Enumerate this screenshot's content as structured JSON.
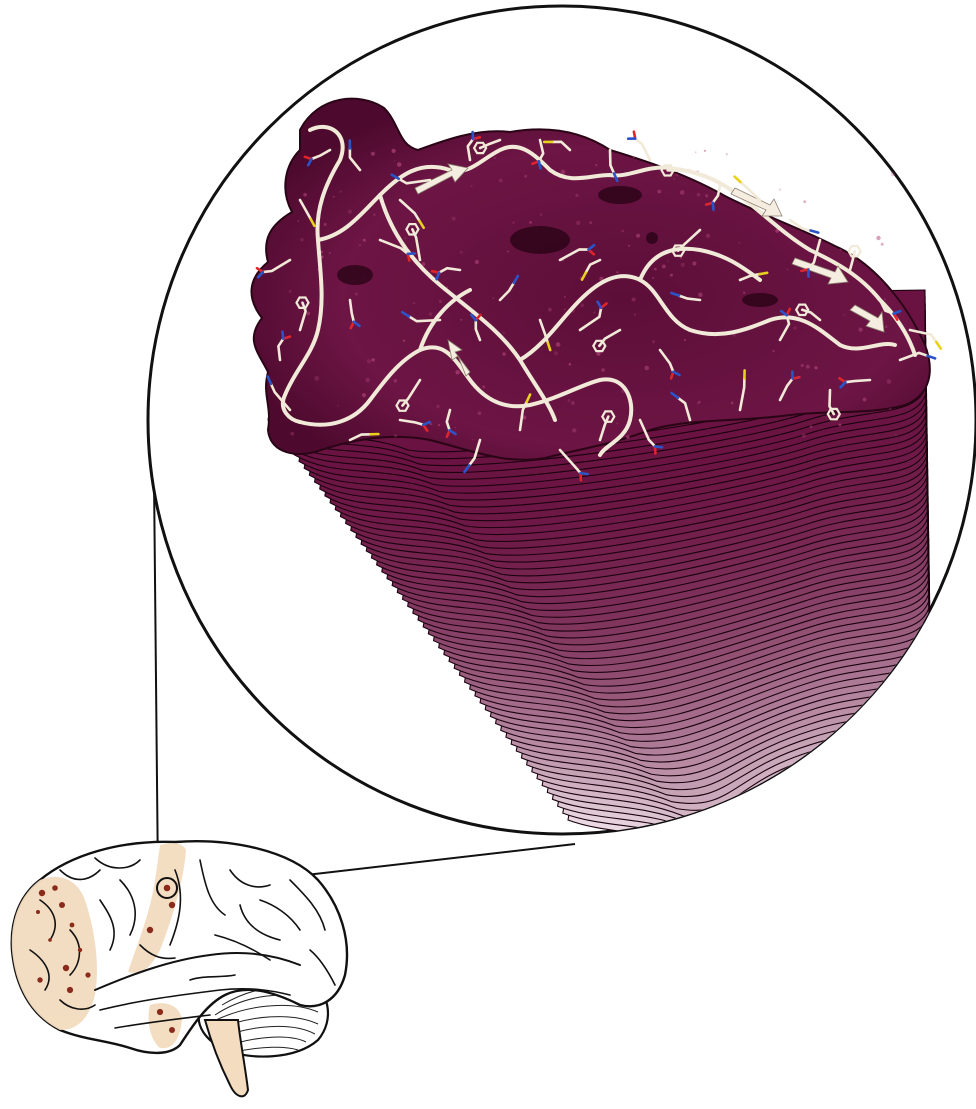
{
  "figure": {
    "colors": {
      "background": "#ffffff",
      "outline": "#111111",
      "fibril_top": "#6a1342",
      "fibril_dark": "#4a0a2c",
      "fibril_fade": "#ead9e2",
      "backbone": "#f2ead8",
      "oxygen": "#e0242a",
      "nitrogen": "#2a54c8",
      "sulfur": "#e8d21c",
      "brain_fill": "#ffffff",
      "affected_region": "#f3dcbf",
      "plaque_dot": "#8a2a1a"
    },
    "icons": {
      "magnified_view": "zoom-circle",
      "fibril_structure": "amyloid-fibril-surface",
      "brain": "human-brain-lateral-view"
    }
  }
}
